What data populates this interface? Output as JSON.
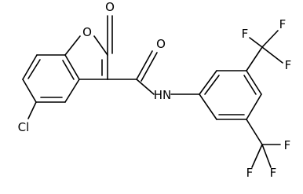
{
  "molecule": {
    "atom_labels": {
      "ring_oxygen": "O",
      "carbonyl_oxygen_lactone": "O",
      "carbonyl_oxygen_amide": "O",
      "amide_nitrogen": "HN",
      "chlorine": "Cl",
      "cf3_upper_f1": "F",
      "cf3_upper_f2": "F",
      "cf3_upper_f3": "F",
      "cf3_lower_f1": "F",
      "cf3_lower_f2": "F",
      "cf3_lower_f3": "F"
    },
    "colors": {
      "bond": "#000000",
      "text": "#000000",
      "background": "#ffffff"
    }
  }
}
